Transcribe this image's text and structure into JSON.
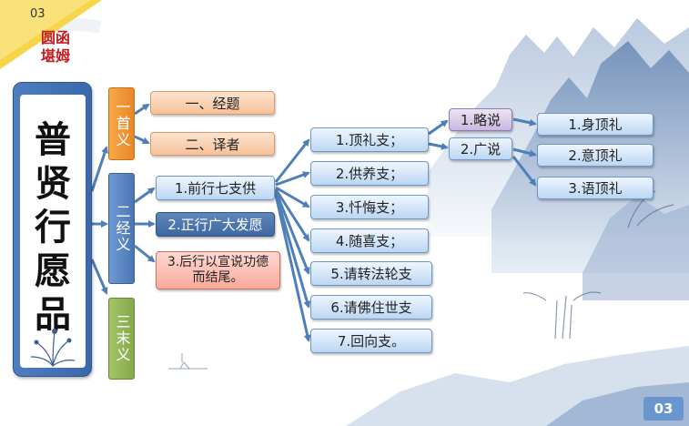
{
  "page_tag": "03",
  "brand": {
    "line1": "圆函",
    "line2": "堪姆"
  },
  "main_title": {
    "line1": "普",
    "line2": "贤",
    "line3": "行",
    "line4": "愿",
    "line5": "品"
  },
  "categories": [
    {
      "label": "一首义"
    },
    {
      "label": "二经义"
    },
    {
      "label": "三末义"
    }
  ],
  "first_meaning": [
    "一、经题",
    "二、译者"
  ],
  "sutra_meaning": [
    "1.前行七支供",
    "2.正行广大发愿",
    "3.后行以宣说功德而结尾。"
  ],
  "seven_branches": [
    "1.顶礼支；",
    "2.供养支；",
    "3.忏悔支；",
    "4.随喜支；",
    "5.请转法轮支",
    "6.请佛住世支",
    "7.回向支。"
  ],
  "prostration": [
    "1.略说",
    "2.广说"
  ],
  "extensive": [
    "1.身顶礼",
    "2.意顶礼",
    "3.语顶礼"
  ],
  "page_number": "03",
  "colors": {
    "accent_blue": "#4a76b3",
    "orange": "#e9872a",
    "green": "#84a84a",
    "connector": "#4f7fb8"
  }
}
